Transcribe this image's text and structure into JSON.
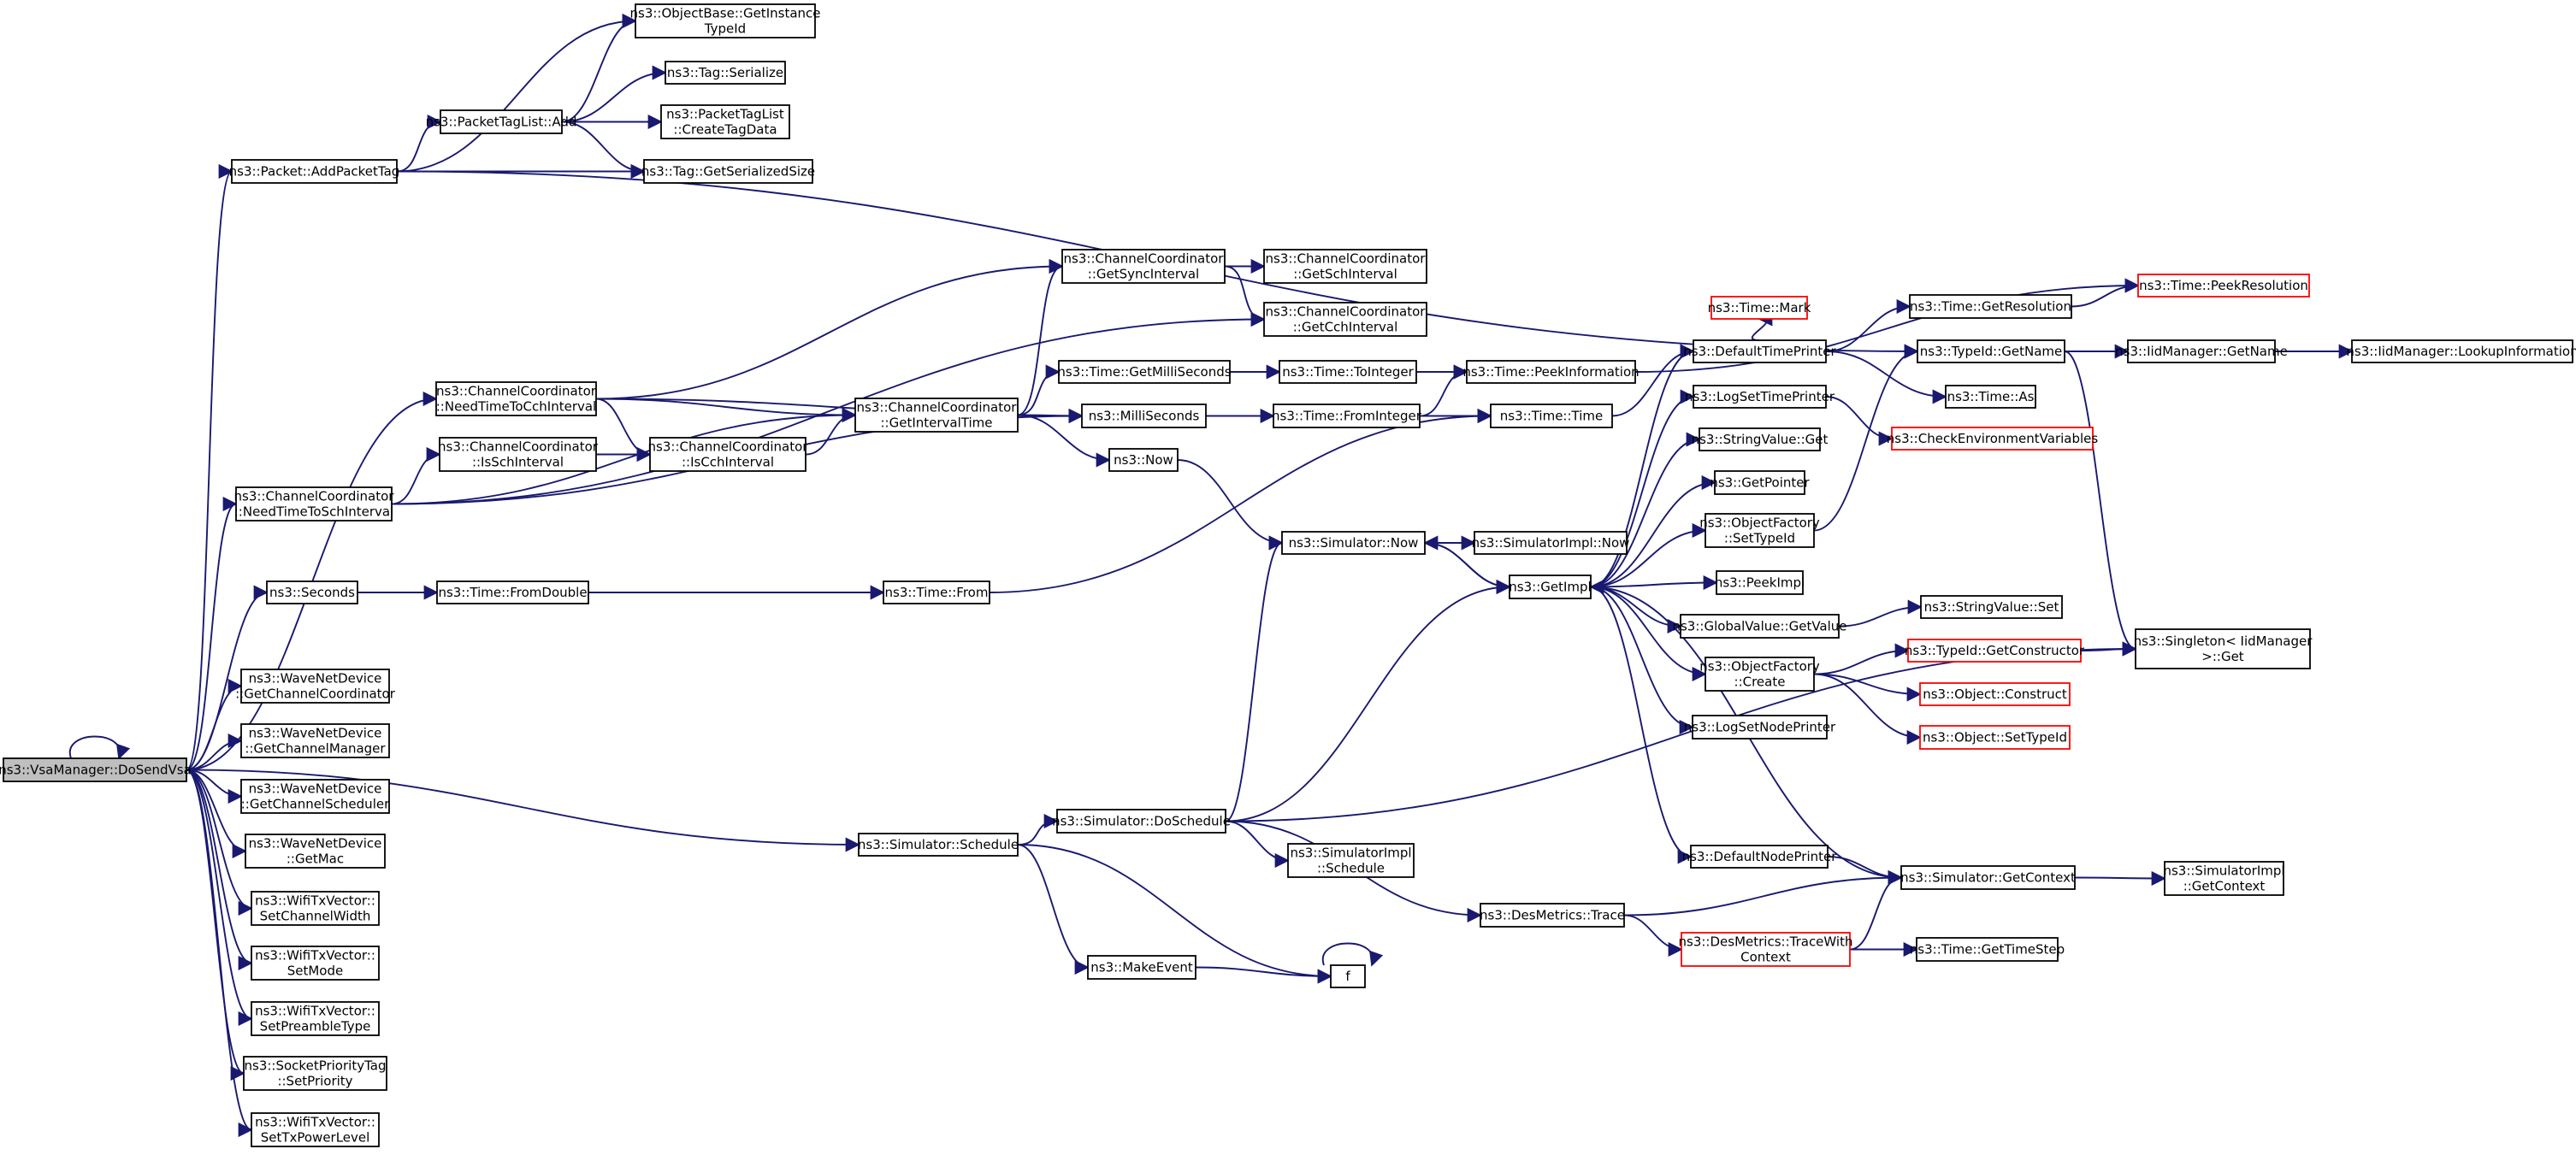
{
  "colors": {
    "edge": "#191970",
    "node_border": "#000000",
    "node_border_red": "#ff0000",
    "root_fill": "#bfbfbf"
  },
  "nodes": [
    {
      "id": "root",
      "lines": [
        "ns3::VsaManager::DoSendVsa"
      ],
      "root": true
    },
    {
      "id": "getinst",
      "lines": [
        "ns3::ObjectBase::GetInstance",
        "TypeId"
      ]
    },
    {
      "id": "tagser",
      "lines": [
        "ns3::Tag::Serialize"
      ]
    },
    {
      "id": "ptladd",
      "lines": [
        "ns3::PacketTagList::Add"
      ]
    },
    {
      "id": "ptlcreate",
      "lines": [
        "ns3::PacketTagList",
        "::CreateTagData"
      ]
    },
    {
      "id": "addpkttag",
      "lines": [
        "ns3::Packet::AddPacketTag"
      ]
    },
    {
      "id": "taggss",
      "lines": [
        "ns3::Tag::GetSerializedSize"
      ]
    },
    {
      "id": "cc_sync",
      "lines": [
        "ns3::ChannelCoordinator",
        "::GetSyncInterval"
      ]
    },
    {
      "id": "cc_sch",
      "lines": [
        "ns3::ChannelCoordinator",
        "::GetSchInterval"
      ]
    },
    {
      "id": "cc_cch",
      "lines": [
        "ns3::ChannelCoordinator",
        "::GetCchInterval"
      ]
    },
    {
      "id": "peekres",
      "lines": [
        "ns3::Time::PeekResolution"
      ],
      "red": true
    },
    {
      "id": "timemark",
      "lines": [
        "ns3::Time::Mark"
      ],
      "red": true
    },
    {
      "id": "getres",
      "lines": [
        "ns3::Time::GetResolution"
      ]
    },
    {
      "id": "deftp",
      "lines": [
        "ns3::DefaultTimePrinter"
      ]
    },
    {
      "id": "tidname",
      "lines": [
        "ns3::TypeId::GetName"
      ]
    },
    {
      "id": "iidname",
      "lines": [
        "ns3::IidManager::GetName"
      ]
    },
    {
      "id": "iidlookup",
      "lines": [
        "ns3::IidManager::LookupInformation"
      ]
    },
    {
      "id": "getmilli",
      "lines": [
        "ns3::Time::GetMilliSeconds"
      ]
    },
    {
      "id": "toint",
      "lines": [
        "ns3::Time::ToInteger"
      ]
    },
    {
      "id": "peekinfo",
      "lines": [
        "ns3::Time::PeekInformation"
      ]
    },
    {
      "id": "timeas",
      "lines": [
        "ns3::Time::As"
      ]
    },
    {
      "id": "cc_needcch",
      "lines": [
        "ns3::ChannelCoordinator",
        "::NeedTimeToCchInterval"
      ]
    },
    {
      "id": "cc_interval",
      "lines": [
        "ns3::ChannelCoordinator",
        "::GetIntervalTime"
      ]
    },
    {
      "id": "millisec",
      "lines": [
        "ns3::MilliSeconds"
      ]
    },
    {
      "id": "fromint",
      "lines": [
        "ns3::Time::FromInteger"
      ]
    },
    {
      "id": "timetime",
      "lines": [
        "ns3::Time::Time"
      ]
    },
    {
      "id": "logstp",
      "lines": [
        "ns3::LogSetTimePrinter"
      ]
    },
    {
      "id": "checkenv",
      "lines": [
        "ns3::CheckEnvironmentVariables"
      ],
      "red": true
    },
    {
      "id": "cc_issch",
      "lines": [
        "ns3::ChannelCoordinator",
        "::IsSchInterval"
      ]
    },
    {
      "id": "cc_iscch",
      "lines": [
        "ns3::ChannelCoordinator",
        "::IsCchInterval"
      ]
    },
    {
      "id": "strget",
      "lines": [
        "ns3::StringValue::Get"
      ]
    },
    {
      "id": "now",
      "lines": [
        "ns3::Now"
      ]
    },
    {
      "id": "getpointer",
      "lines": [
        "ns3::GetPointer"
      ]
    },
    {
      "id": "cc_needsch",
      "lines": [
        "ns3::ChannelCoordinator",
        "::NeedTimeToSchInterval"
      ]
    },
    {
      "id": "ofsettid",
      "lines": [
        "ns3::ObjectFactory",
        "::SetTypeId"
      ]
    },
    {
      "id": "simnow",
      "lines": [
        "ns3::Simulator::Now"
      ]
    },
    {
      "id": "simimplnow",
      "lines": [
        "ns3::SimulatorImpl::Now"
      ]
    },
    {
      "id": "getimpl",
      "lines": [
        "ns3::GetImpl"
      ]
    },
    {
      "id": "peekimpl",
      "lines": [
        "ns3::PeekImpl"
      ]
    },
    {
      "id": "seconds",
      "lines": [
        "ns3::Seconds"
      ]
    },
    {
      "id": "fromdouble",
      "lines": [
        "ns3::Time::FromDouble"
      ]
    },
    {
      "id": "timefrom",
      "lines": [
        "ns3::Time::From"
      ]
    },
    {
      "id": "strset",
      "lines": [
        "ns3::StringValue::Set"
      ]
    },
    {
      "id": "gvget",
      "lines": [
        "ns3::GlobalValue::GetValue"
      ]
    },
    {
      "id": "tidctor",
      "lines": [
        "ns3::TypeId::GetConstructor"
      ],
      "red": true
    },
    {
      "id": "singleton",
      "lines": [
        "ns3::Singleton< IidManager",
        " >::Get"
      ]
    },
    {
      "id": "ofcreate",
      "lines": [
        "ns3::ObjectFactory",
        "::Create"
      ]
    },
    {
      "id": "objconstruct",
      "lines": [
        "ns3::Object::Construct"
      ],
      "red": true
    },
    {
      "id": "wnd_cc",
      "lines": [
        "ns3::WaveNetDevice",
        "::GetChannelCoordinator"
      ]
    },
    {
      "id": "lsnp",
      "lines": [
        "ns3::LogSetNodePrinter"
      ]
    },
    {
      "id": "wnd_cm",
      "lines": [
        "ns3::WaveNetDevice",
        "::GetChannelManager"
      ]
    },
    {
      "id": "objsettid",
      "lines": [
        "ns3::Object::SetTypeId"
      ],
      "red": true
    },
    {
      "id": "wnd_cs",
      "lines": [
        "ns3::WaveNetDevice",
        "::GetChannelScheduler"
      ]
    },
    {
      "id": "simdosched",
      "lines": [
        "ns3::Simulator::DoSchedule"
      ]
    },
    {
      "id": "simsched",
      "lines": [
        "ns3::Simulator::Schedule"
      ]
    },
    {
      "id": "wnd_mac",
      "lines": [
        "ns3::WaveNetDevice",
        "::GetMac"
      ]
    },
    {
      "id": "simimplsched",
      "lines": [
        "ns3::SimulatorImpl",
        "::Schedule"
      ]
    },
    {
      "id": "defnp",
      "lines": [
        "ns3::DefaultNodePrinter"
      ]
    },
    {
      "id": "simctx",
      "lines": [
        "ns3::Simulator::GetContext"
      ]
    },
    {
      "id": "simimplctx",
      "lines": [
        "ns3::SimulatorImpl",
        "::GetContext"
      ]
    },
    {
      "id": "wtx_cw",
      "lines": [
        "ns3::WifiTxVector::",
        "SetChannelWidth"
      ]
    },
    {
      "id": "desmtrace",
      "lines": [
        "ns3::DesMetrics::Trace"
      ]
    },
    {
      "id": "desmtwc",
      "lines": [
        "ns3::DesMetrics::TraceWith",
        "Context"
      ],
      "red": true
    },
    {
      "id": "gettimestep",
      "lines": [
        "ns3::Time::GetTimeStep"
      ]
    },
    {
      "id": "wtx_mode",
      "lines": [
        "ns3::WifiTxVector::",
        "SetMode"
      ]
    },
    {
      "id": "makeevent",
      "lines": [
        "ns3::MakeEvent"
      ]
    },
    {
      "id": "f",
      "lines": [
        "f"
      ]
    },
    {
      "id": "wtx_pre",
      "lines": [
        "ns3::WifiTxVector::",
        "SetPreambleType"
      ]
    },
    {
      "id": "spt",
      "lines": [
        "ns3::SocketPriorityTag",
        "::SetPriority"
      ]
    },
    {
      "id": "wtx_txp",
      "lines": [
        "ns3::WifiTxVector::",
        "SetTxPowerLevel"
      ]
    }
  ],
  "edges": [
    [
      "root",
      "addpkttag"
    ],
    [
      "root",
      "cc_needcch"
    ],
    [
      "root",
      "cc_needsch"
    ],
    [
      "root",
      "seconds"
    ],
    [
      "root",
      "wnd_cc"
    ],
    [
      "root",
      "wnd_cm"
    ],
    [
      "root",
      "wnd_cs"
    ],
    [
      "root",
      "wnd_mac"
    ],
    [
      "root",
      "wtx_cw"
    ],
    [
      "root",
      "wtx_mode"
    ],
    [
      "root",
      "wtx_pre"
    ],
    [
      "root",
      "spt"
    ],
    [
      "root",
      "wtx_txp"
    ],
    [
      "root",
      "simsched"
    ],
    [
      "root",
      "root"
    ],
    [
      "addpkttag",
      "getinst"
    ],
    [
      "addpkttag",
      "ptladd"
    ],
    [
      "addpkttag",
      "taggss"
    ],
    [
      "addpkttag",
      "tidname"
    ],
    [
      "ptladd",
      "getinst"
    ],
    [
      "ptladd",
      "tagser"
    ],
    [
      "ptladd",
      "ptlcreate"
    ],
    [
      "ptladd",
      "taggss"
    ],
    [
      "cc_needcch",
      "cc_sync"
    ],
    [
      "cc_needcch",
      "cc_interval"
    ],
    [
      "cc_needcch",
      "millisec"
    ],
    [
      "cc_needcch",
      "cc_iscch"
    ],
    [
      "cc_needsch",
      "cc_issch"
    ],
    [
      "cc_needsch",
      "cc_cch"
    ],
    [
      "cc_needsch",
      "cc_interval"
    ],
    [
      "cc_needsch",
      "millisec"
    ],
    [
      "cc_issch",
      "cc_iscch"
    ],
    [
      "cc_iscch",
      "cc_interval"
    ],
    [
      "cc_interval",
      "cc_sync"
    ],
    [
      "cc_interval",
      "getmilli"
    ],
    [
      "cc_interval",
      "millisec"
    ],
    [
      "cc_interval",
      "now"
    ],
    [
      "cc_sync",
      "cc_sch"
    ],
    [
      "cc_sync",
      "cc_cch"
    ],
    [
      "getmilli",
      "toint"
    ],
    [
      "toint",
      "peekinfo"
    ],
    [
      "millisec",
      "fromint"
    ],
    [
      "fromint",
      "peekinfo"
    ],
    [
      "fromint",
      "timetime"
    ],
    [
      "peekinfo",
      "peekres"
    ],
    [
      "timetime",
      "deftp"
    ],
    [
      "now",
      "simnow"
    ],
    [
      "simnow",
      "simimplnow"
    ],
    [
      "simnow",
      "getimpl"
    ],
    [
      "getimpl",
      "deftp"
    ],
    [
      "getimpl",
      "logstp"
    ],
    [
      "getimpl",
      "strget"
    ],
    [
      "getimpl",
      "getpointer"
    ],
    [
      "getimpl",
      "ofsettid"
    ],
    [
      "getimpl",
      "peekimpl"
    ],
    [
      "getimpl",
      "gvget"
    ],
    [
      "getimpl",
      "ofcreate"
    ],
    [
      "getimpl",
      "lsnp"
    ],
    [
      "getimpl",
      "defnp"
    ],
    [
      "getimpl",
      "simnow"
    ],
    [
      "deftp",
      "getres"
    ],
    [
      "deftp",
      "timeas"
    ],
    [
      "deftp",
      "timemark"
    ],
    [
      "getres",
      "peekres"
    ],
    [
      "logstp",
      "checkenv"
    ],
    [
      "ofsettid",
      "tidname"
    ],
    [
      "tidname",
      "iidname"
    ],
    [
      "tidname",
      "singleton"
    ],
    [
      "iidname",
      "iidlookup"
    ],
    [
      "gvget",
      "strset"
    ],
    [
      "ofcreate",
      "tidctor"
    ],
    [
      "ofcreate",
      "objconstruct"
    ],
    [
      "ofcreate",
      "objsettid"
    ],
    [
      "tidctor",
      "singleton"
    ],
    [
      "seconds",
      "fromdouble"
    ],
    [
      "fromdouble",
      "timefrom"
    ],
    [
      "timefrom",
      "timetime"
    ],
    [
      "simsched",
      "simdosched"
    ],
    [
      "simsched",
      "makeevent"
    ],
    [
      "simsched",
      "f"
    ],
    [
      "simdosched",
      "simnow"
    ],
    [
      "simdosched",
      "getimpl"
    ],
    [
      "simdosched",
      "simimplsched"
    ],
    [
      "simdosched",
      "desmtrace"
    ],
    [
      "simdosched",
      "singleton"
    ],
    [
      "desmtrace",
      "simctx"
    ],
    [
      "desmtrace",
      "desmtwc"
    ],
    [
      "desmtwc",
      "simctx"
    ],
    [
      "desmtwc",
      "gettimestep"
    ],
    [
      "defnp",
      "simctx"
    ],
    [
      "simctx",
      "getimpl"
    ],
    [
      "simctx",
      "simimplctx"
    ],
    [
      "makeevent",
      "f"
    ],
    [
      "f",
      "f"
    ]
  ]
}
